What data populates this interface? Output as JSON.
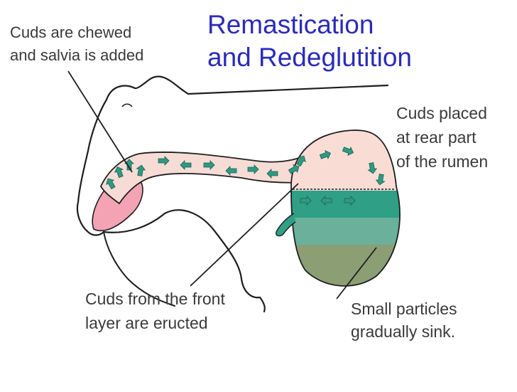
{
  "title": {
    "line1": "Remastication",
    "line2": "and Redeglutition"
  },
  "labels": {
    "chewed": [
      "Cuds are chewed",
      "and salvia is added"
    ],
    "rear": [
      "Cuds placed",
      "at rear part",
      "of the rumen"
    ],
    "front": [
      "Cuds from the front",
      "layer are eructed"
    ],
    "sink": [
      "Small particles",
      "gradually sink."
    ]
  },
  "colors": {
    "title": "#2b2bb8",
    "outline": "#1e1e1e",
    "esophagus_fill": "#f7dcd6",
    "mouth_fill": "#f3a3b4",
    "rumen_top_fill": "#f9ddd5",
    "rumen_upper_band": "#2f9f86",
    "rumen_middle_band": "#6bb09a",
    "rumen_lower_fill": "#8b9e74",
    "cud_arrows": "#2e9a82"
  }
}
